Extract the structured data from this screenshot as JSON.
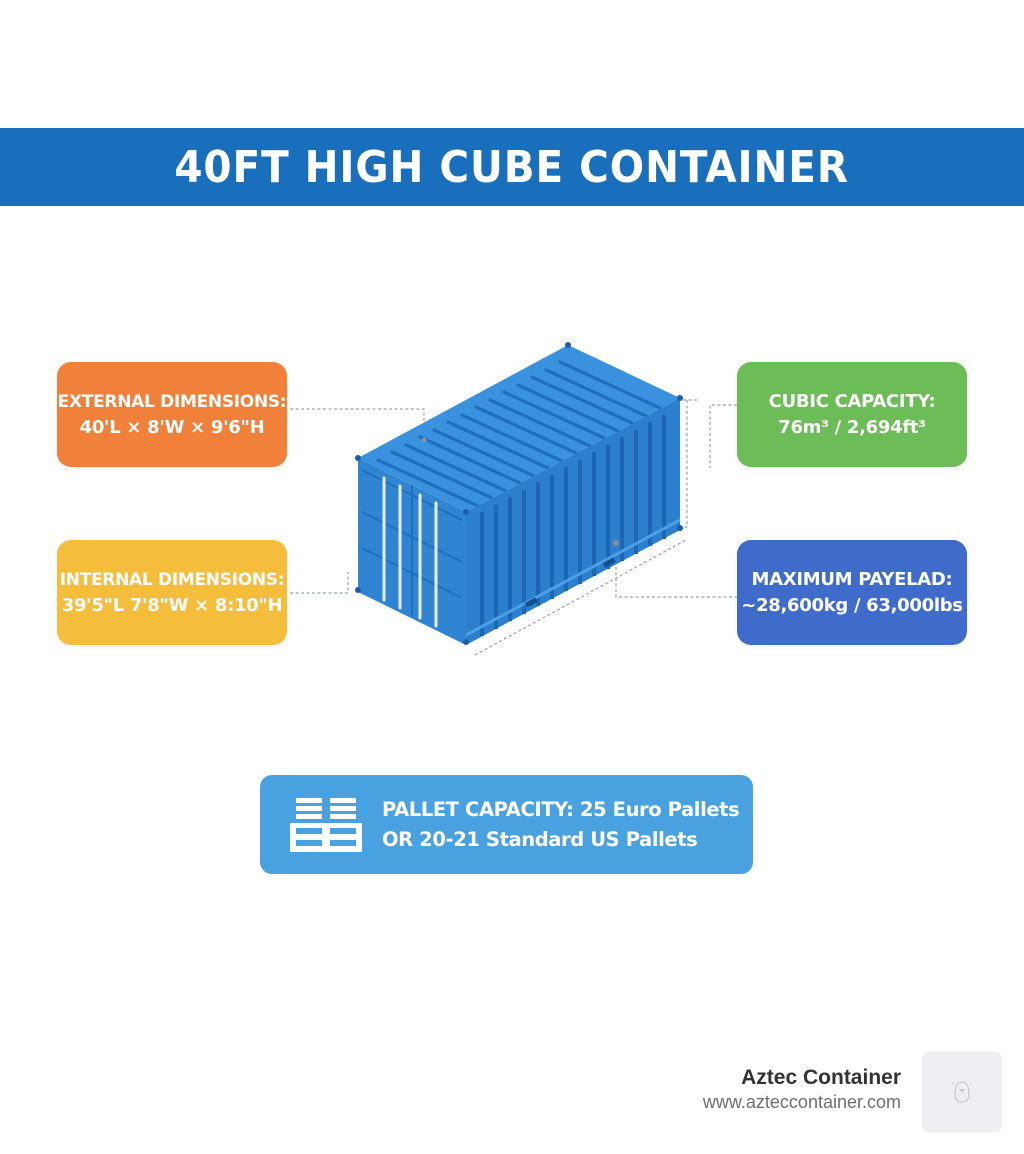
{
  "header": {
    "title": "40FT HIGH CUBE CONTAINER",
    "background_color": "#1a6fbd"
  },
  "illustration": {
    "subject": "blue 40ft high cube shipping container",
    "icon": "shipping-container-icon",
    "color": "#2d86d4"
  },
  "specs": {
    "external_dimensions": {
      "label": "EXTERNAL DIMENSIONS:",
      "value": "40'L × 8'W × 9'6\"H",
      "color": "#f0803a"
    },
    "internal_dimensions": {
      "label": "INTERNAL DIMENSIONS:",
      "value": "39'5\"L 7'8\"W × 8:10\"H",
      "color": "#f5bd3c"
    },
    "cubic_capacity": {
      "label": "CUBIC CAPACITY:",
      "value": "76m³ / 2,694ft³",
      "color": "#6cbc57"
    },
    "maximum_payload": {
      "label": "MAXIMUM PAYELAD:",
      "value": "~28,600kg / 63,000lbs",
      "color": "#3f6ccb"
    }
  },
  "pallet": {
    "icon": "pallet-stack-icon",
    "line1": "PALLET CAPACITY: 25 Euro Pallets",
    "line2": "OR 20-21 Standard US Pallets",
    "color": "#49a1df"
  },
  "brand": {
    "name": "Aztec Container",
    "url": "www.azteccontainer.com",
    "logo_icon": "brand-logo-icon"
  }
}
